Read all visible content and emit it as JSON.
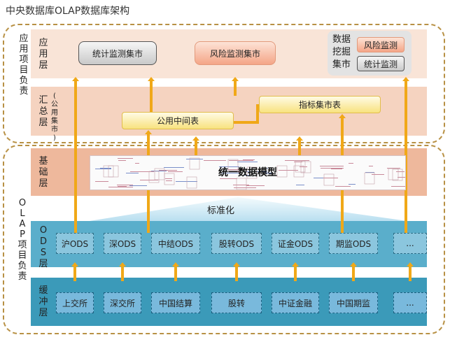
{
  "title": "中央数据库OLAP数据库架构",
  "groups": {
    "app_group": "应用项目负责",
    "olap_group": "OLAP项目负责"
  },
  "layers": {
    "app": "应用层",
    "summary": "汇总层",
    "summary_note": "(公用集市)",
    "base": "基础层",
    "ods": "ODS层",
    "buffer": "缓冲层"
  },
  "app_layer": {
    "stats_mart": "统计监测集市",
    "risk_mart": "风险监测集市",
    "data_mining_label": "数据挖掘集市",
    "mining_risk": "风险监测",
    "mining_stats": "统计监测"
  },
  "summary_layer": {
    "public_intermediate": "公用中间表",
    "indicator_mart": "指标集市表"
  },
  "base_layer": {
    "unified_model": "统一数据模型"
  },
  "standardization": "标准化",
  "ods_items": [
    "沪ODS",
    "深ODS",
    "中结ODS",
    "股转ODS",
    "证金ODS",
    "期监ODS",
    "..."
  ],
  "buffer_items": [
    "上交所",
    "深交所",
    "中国结算",
    "股转",
    "中证金融",
    "中国期监",
    "..."
  ],
  "colors": {
    "arrow": "#f0a818",
    "group_border": "#b89145",
    "ods_band": "#5aaecb",
    "buffer_band": "#3b9ab9"
  }
}
